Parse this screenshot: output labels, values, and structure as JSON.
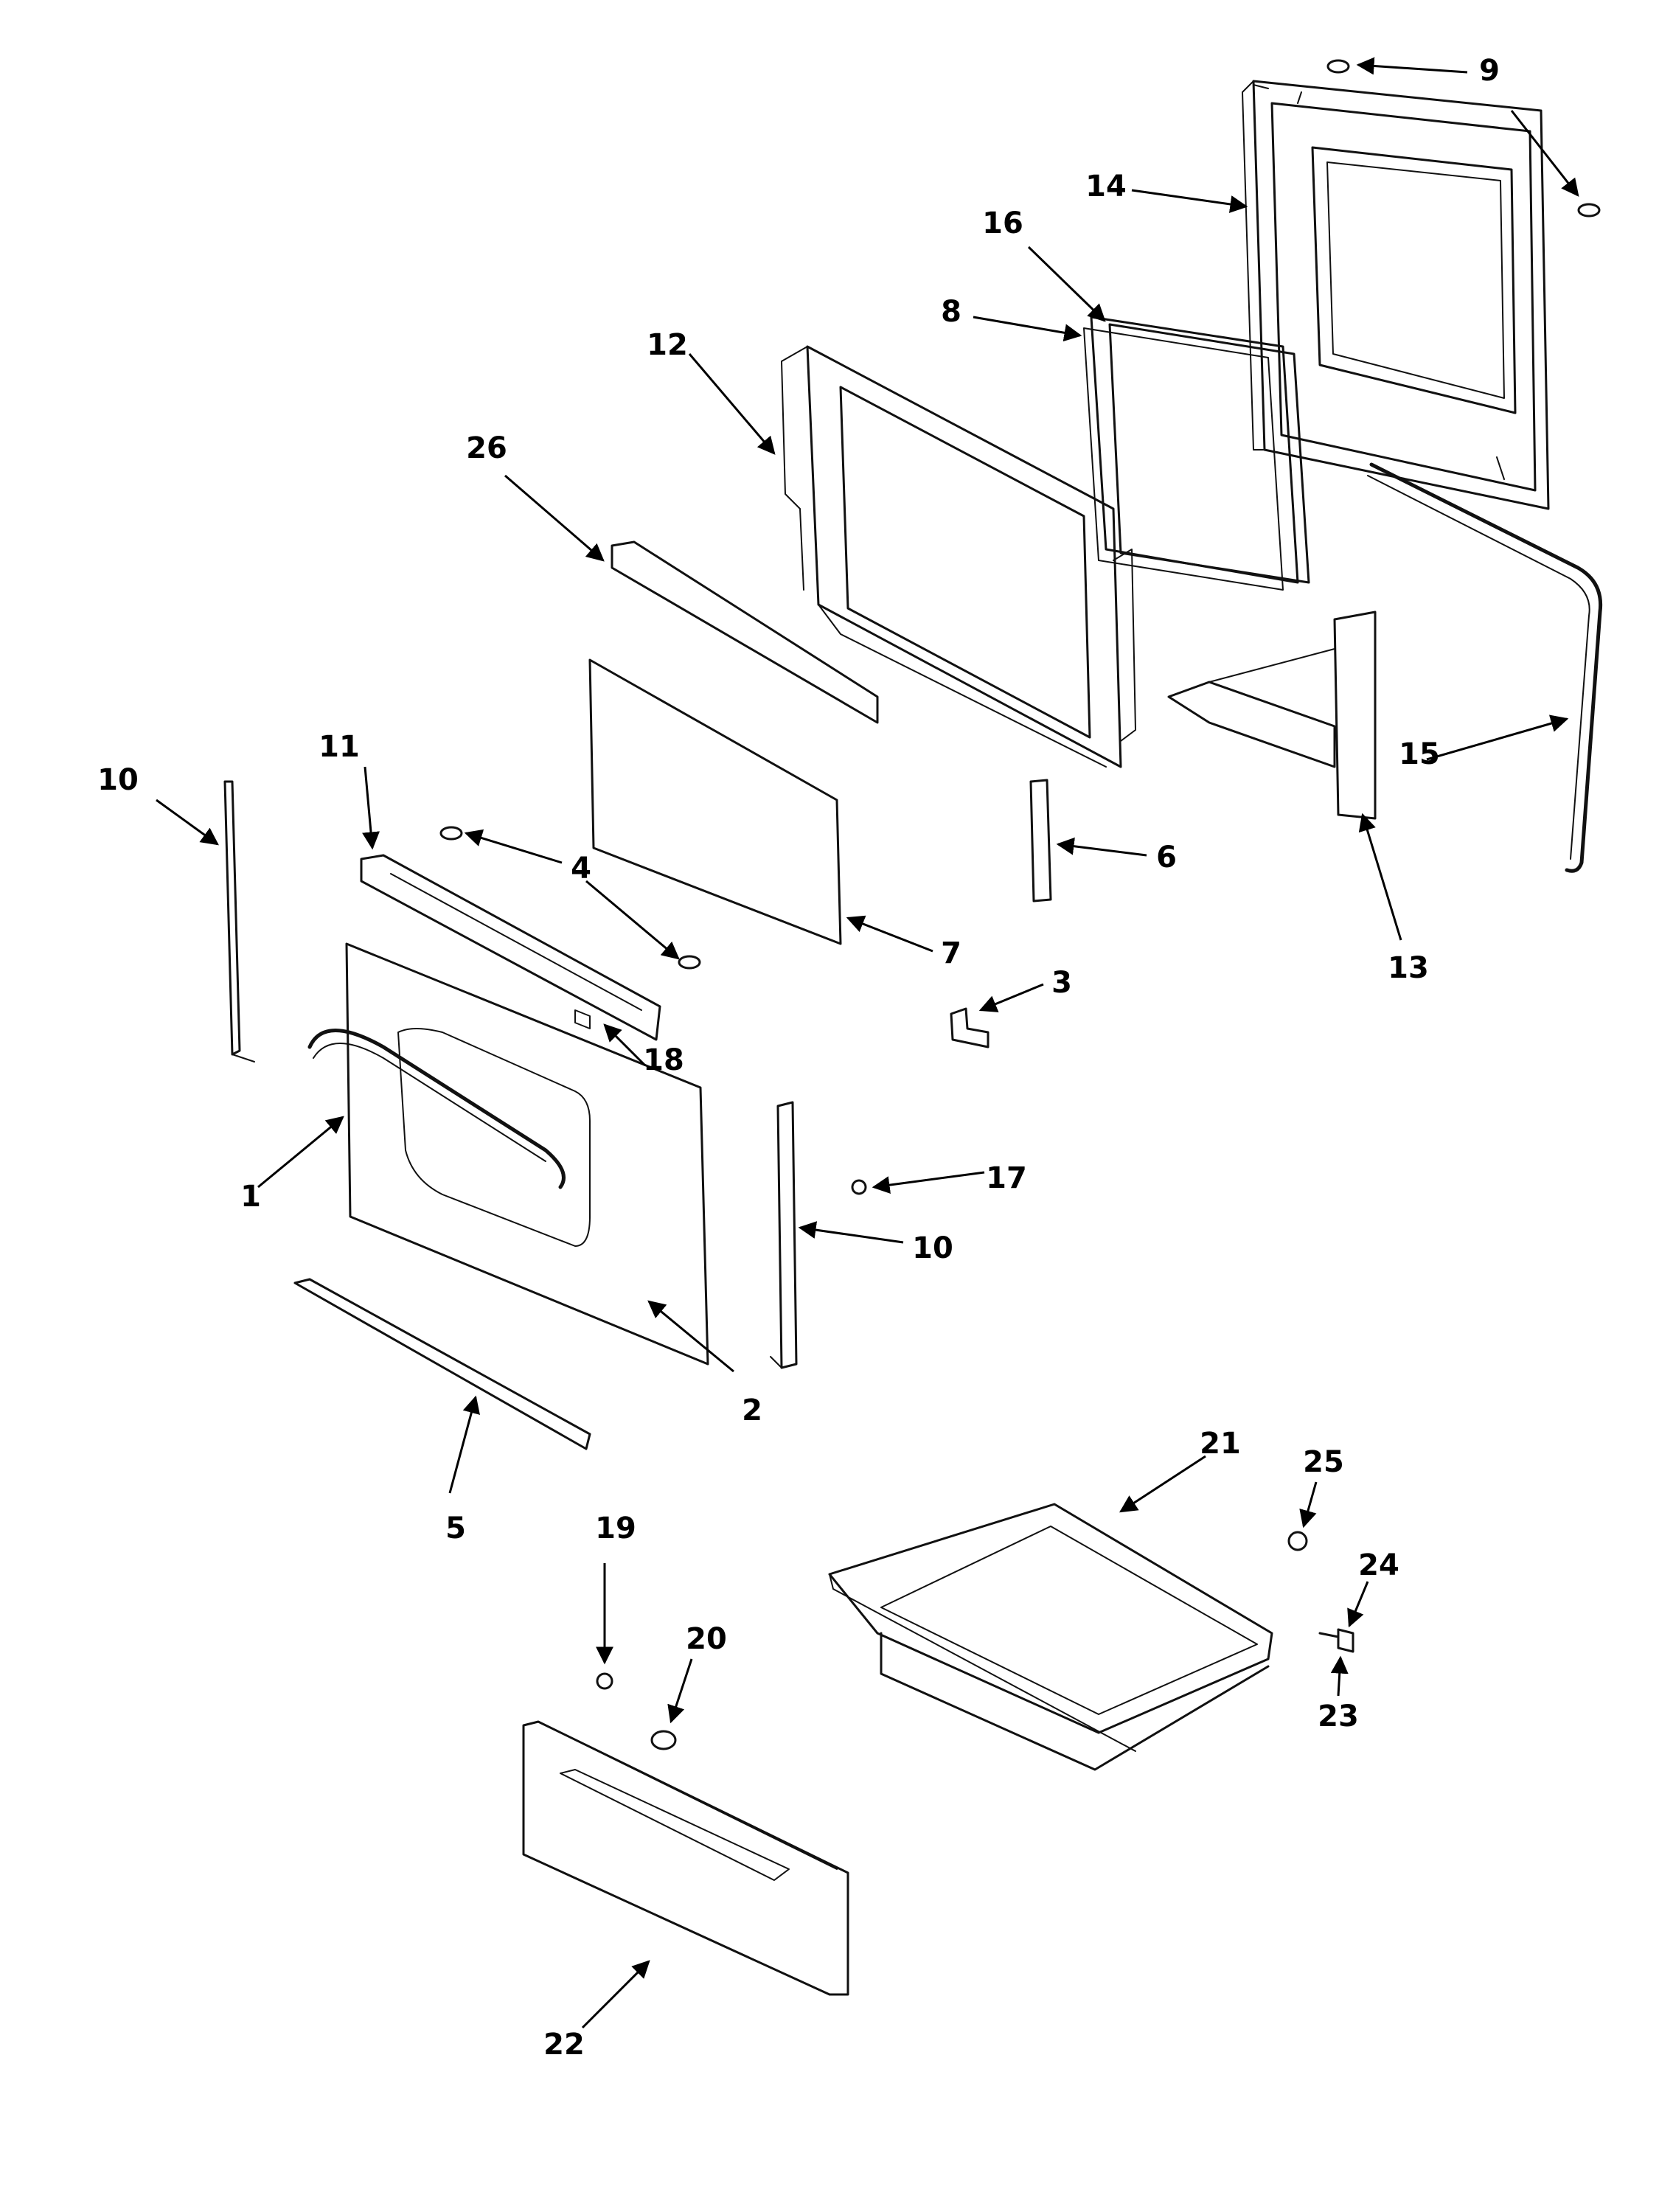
{
  "labels": {
    "p1": "1",
    "p2": "2",
    "p3": "3",
    "p4": "4",
    "p5": "5",
    "p6": "6",
    "p7": "7",
    "p8": "8",
    "p9": "9",
    "p10": "10",
    "p11": "11",
    "p12": "12",
    "p13": "13",
    "p14": "14",
    "p15": "15",
    "p16": "16",
    "p17": "17",
    "p18": "18",
    "p19": "19",
    "p20": "20",
    "p21": "21",
    "p22": "22",
    "p23": "23",
    "p24": "24",
    "p25": "25",
    "p26": "26"
  }
}
